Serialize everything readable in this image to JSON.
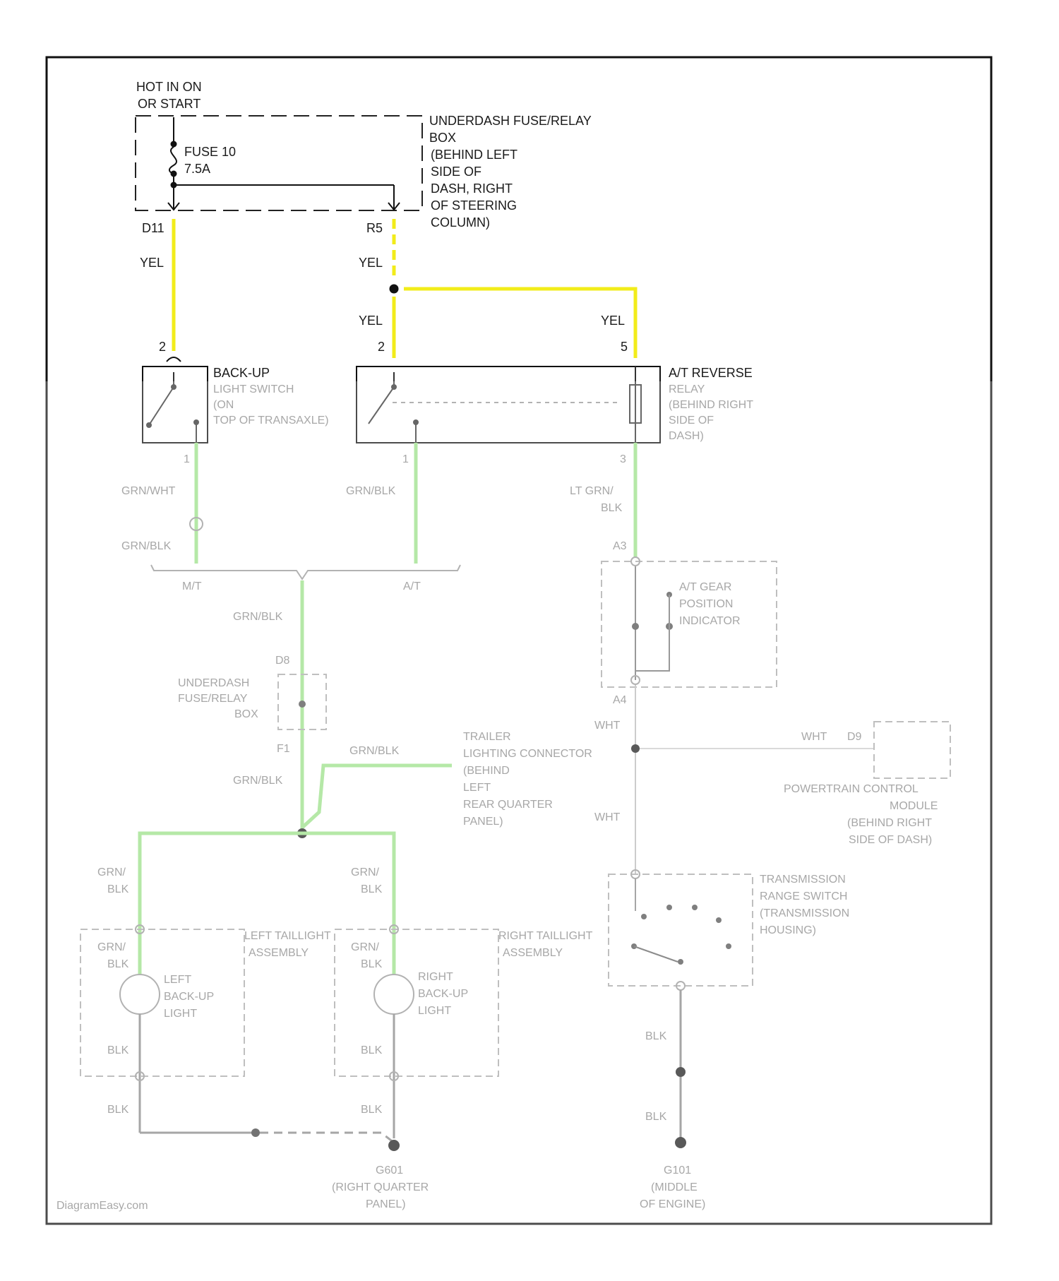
{
  "power": {
    "line1": "HOT IN ON",
    "line2": "OR START"
  },
  "fuse_box": {
    "lines": [
      "UNDERDASH FUSE/RELAY",
      "BOX",
      "(BEHIND LEFT",
      "SIDE OF",
      "DASH, RIGHT",
      "OF STEERING",
      "COLUMN)"
    ],
    "fuse_label": "FUSE 10",
    "fuse_rating": "7.5A",
    "pin_left": "D11",
    "pin_right": "R5"
  },
  "wires": {
    "yel_left": "YEL",
    "yel_right_upper": "YEL",
    "yel_right_lower": "YEL",
    "yel_relay": "YEL"
  },
  "pins": {
    "switch_top": "2",
    "relay_top_left": "2",
    "relay_top_right": "5"
  },
  "backup_switch": {
    "title": "BACK-UP",
    "rest": [
      "LIGHT SWITCH",
      "(ON",
      "TOP OF TRANSAXLE)"
    ]
  },
  "reverse_relay": {
    "title": "A/T REVERSE",
    "rest": [
      "RELAY",
      "(BEHIND RIGHT",
      "SIDE OF",
      "DASH)"
    ]
  },
  "lower": {
    "grn_wht": "GRN/WHT",
    "grn_blk_1": "GRN/BLK",
    "grn_blk_2": "GRN/BLK",
    "grn_blk_3": "GRN/BLK",
    "grn_blk_4": "GRN/BLK",
    "grn_blk_5": "GRN/BLK",
    "lt_grn_blk": [
      "LT GRN/",
      "BLK"
    ],
    "mt": "M/T",
    "at": "A/T",
    "underdash": [
      "UNDERDASH",
      "FUSE/RELAY",
      "BOX"
    ],
    "pin_d8": "D8",
    "pin_f1": "F1",
    "pin_a3": "A3",
    "pin_a4": "A4",
    "gear_indicator": [
      "A/T GEAR",
      "POSITION",
      "INDICATOR"
    ],
    "trailer": [
      "TRAILER",
      "LIGHTING CONNECTOR",
      "(BEHIND",
      "LEFT",
      "REAR QUARTER",
      "PANEL)"
    ],
    "wht_1": "WHT",
    "wht_2": "WHT",
    "wht_3": "WHT",
    "pin_d9": "D9",
    "pcm": [
      "POWERTRAIN CONTROL",
      "MODULE",
      "(BEHIND RIGHT",
      "SIDE OF DASH)"
    ],
    "trans_switch": [
      "TRANSMISSION",
      "RANGE SWITCH",
      "(TRANSMISSION",
      "HOUSING)"
    ],
    "left_taillight": [
      "LEFT TAILLIGHT",
      "ASSEMBLY"
    ],
    "right_taillight": [
      "RIGHT TAILLIGHT",
      "ASSEMBLY"
    ],
    "left_backup": [
      "LEFT",
      "BACK-UP",
      "LIGHT"
    ],
    "right_backup": [
      "RIGHT",
      "BACK-UP",
      "LIGHT"
    ],
    "grn_blk_lamp_l": [
      "GRN/",
      "BLK"
    ],
    "grn_blk_lamp_r": [
      "GRN/",
      "BLK"
    ],
    "grn_blk_lower_l": [
      "GRN/",
      "BLK"
    ],
    "grn_blk_lower_r": [
      "GRN/",
      "BLK"
    ],
    "blk_1": "BLK",
    "blk_2": "BLK",
    "blk_3": "BLK",
    "blk_4": "BLK",
    "blk_5": "BLK",
    "blk_6": "BLK",
    "g601": [
      "G601",
      "(RIGHT QUARTER",
      "PANEL)"
    ],
    "g101": [
      "G101",
      "(MIDDLE",
      "OF ENGINE)"
    ],
    "watermark": "DiagramEasy.com"
  },
  "colors": {
    "yellow_wire": "#f2ec1a",
    "green_wire": "#9de08a",
    "black_line": "#111111",
    "gray_line": "#a0a0a0"
  }
}
